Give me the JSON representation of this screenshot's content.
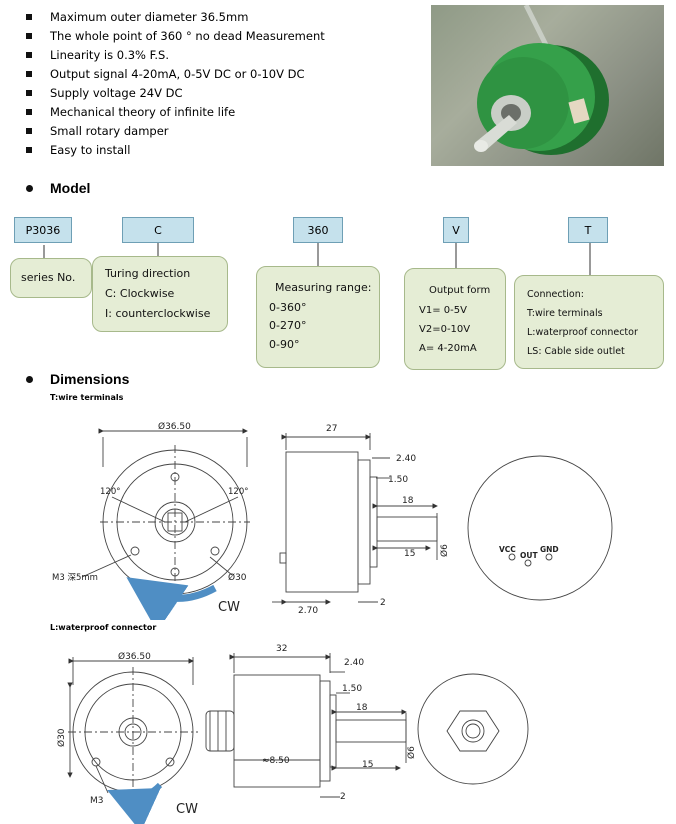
{
  "features": [
    "Maximum outer diameter 36.5mm",
    "The whole point of 360 ° no dead Measurement",
    "Linearity is 0.3% F.S.",
    "Output signal 4-20mA, 0-5V DC or 0-10V DC",
    "Supply voltage 24V DC",
    "Mechanical theory of infinite life",
    "Small rotary damper",
    "Easy to install"
  ],
  "model": {
    "heading": "Model",
    "codes": [
      "P3036",
      "C",
      "360",
      "V",
      "T"
    ],
    "series": {
      "label": "series No."
    },
    "direction": {
      "title": "Turing direction",
      "lines": [
        "C: Clockwise",
        "I: counterclockwise"
      ]
    },
    "range": {
      "title": "Measuring range:",
      "lines": [
        "0-360°",
        "0-270°",
        "0-90°"
      ]
    },
    "output": {
      "title": "Output form",
      "lines": [
        "V1= 0-5V",
        "V2=0-10V",
        "A= 4-20mA"
      ]
    },
    "connection": {
      "title": "Connection:",
      "lines": [
        "T:wire terminals",
        "L:waterproof connector",
        "LS:   Cable side outlet"
      ]
    }
  },
  "dimensions": {
    "heading": "Dimensions",
    "wire": {
      "subheading": "T:wire terminals",
      "labels": {
        "diameter": "Ø36.50",
        "angle_left": "120°",
        "angle_right": "120°",
        "m3": "M3 深5mm",
        "d30": "Ø30",
        "cw": "CW",
        "len27": "27",
        "d240": "2.40",
        "d150": "1.50",
        "d18": "18",
        "d15": "15",
        "d6": "Ø6",
        "d270": "2.70",
        "d2": "2",
        "vcc": "VCC",
        "out": "OUT",
        "gnd": "GND"
      }
    },
    "connector": {
      "subheading": "L:waterproof connector",
      "labels": {
        "diameter": "Ø36.50",
        "d30": "Ø30",
        "m3": "M3",
        "cw": "CW",
        "len32": "32",
        "d240": "2.40",
        "d150": "1.50",
        "d18": "18",
        "d15": "15",
        "d6": "Ø6",
        "d850": "≈8.50",
        "d2": "2"
      }
    }
  },
  "colors": {
    "code_fill": "#c5e1ec",
    "info_fill": "#e5edd5",
    "cw_arrow": "#4f8ec4",
    "product_green": "#2e8b3e"
  }
}
